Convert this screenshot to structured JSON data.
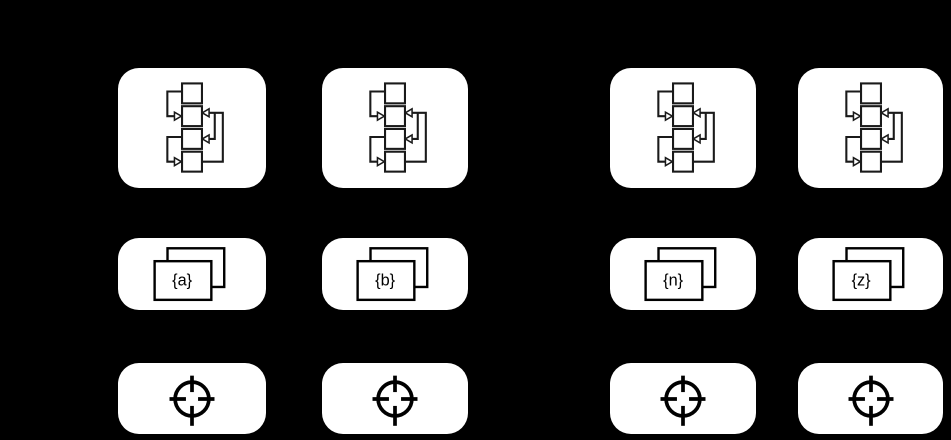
{
  "diagram": {
    "background_color": "#000000",
    "card_color": "#ffffff",
    "icon_line_color": "#1a1a1a"
  },
  "rows": {
    "workflow": {
      "icon": "flowchart-icon"
    },
    "documents": {
      "icon": "stacked-documents-icon"
    },
    "targets": {
      "icon": "crosshair-icon"
    }
  },
  "columns": [
    {
      "document_label": "{a}"
    },
    {
      "document_label": "{b}"
    },
    {
      "document_label": "{n}"
    },
    {
      "document_label": "{z}"
    }
  ]
}
